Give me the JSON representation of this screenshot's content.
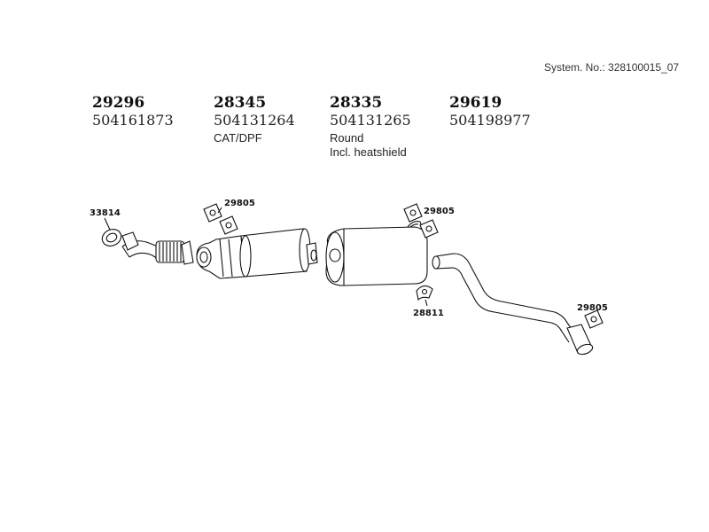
{
  "system_no": "System. No.: 328100015_07",
  "parts": [
    {
      "num": "29296",
      "oem": "504161873",
      "note": ""
    },
    {
      "num": "28345",
      "oem": "504131264",
      "note": "CAT/DPF"
    },
    {
      "num": "28335",
      "oem": "504131265",
      "note": "Round"
    },
    {
      "num": "29619",
      "oem": "504198977",
      "note": ""
    }
  ],
  "extra_note": "Incl. heatshield",
  "callouts": {
    "gasket": "33814",
    "mount_a": "29805",
    "mount_b": "29805",
    "clamp": "28811",
    "mount_c": "29805"
  }
}
